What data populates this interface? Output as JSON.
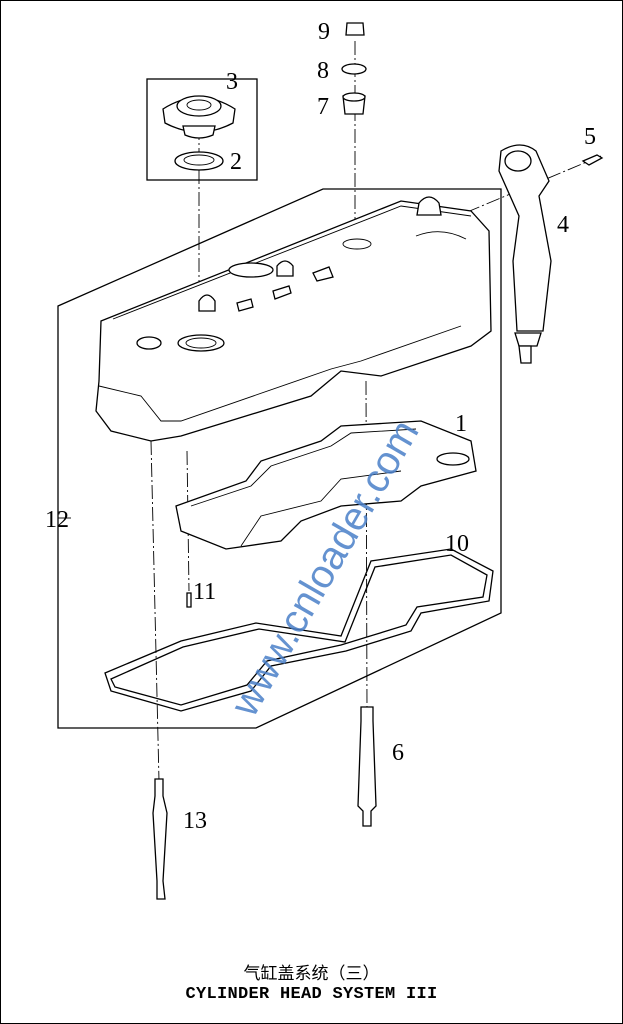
{
  "diagram": {
    "callouts": [
      "1",
      "2",
      "3",
      "4",
      "5",
      "6",
      "7",
      "8",
      "9",
      "10",
      "11",
      "12",
      "13"
    ],
    "watermark": "www.cnloader.com"
  },
  "caption": {
    "chinese": "气缸盖系统（三）",
    "english": "CYLINDER HEAD SYSTEM III"
  }
}
